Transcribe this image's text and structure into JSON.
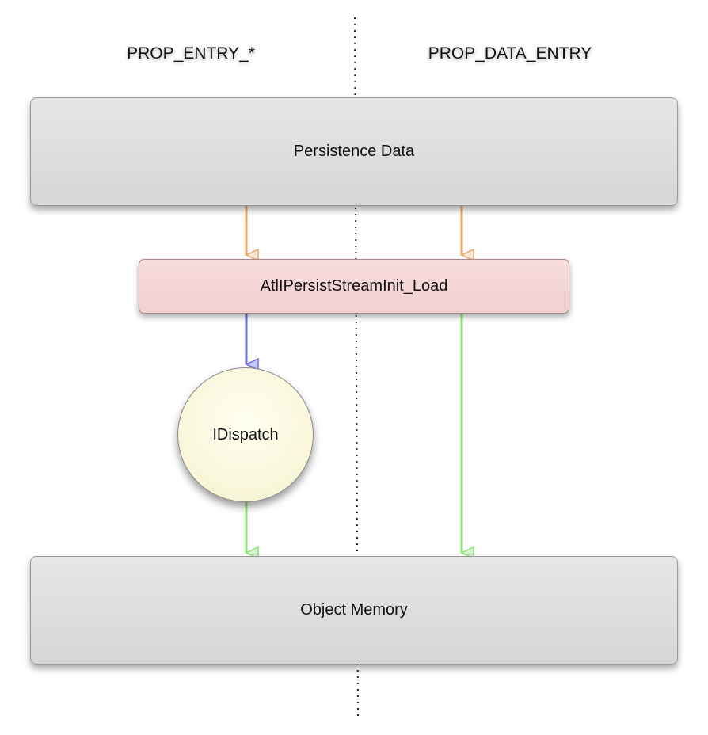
{
  "columns": {
    "left_label": "PROP_ENTRY_*",
    "right_label": "PROP_DATA_ENTRY"
  },
  "nodes": {
    "persistence_data": "Persistence Data",
    "load_function": "AtlIPersistStreamInit_Load",
    "idispatch": "IDispatch",
    "object_memory": "Object Memory"
  },
  "colors": {
    "orange_arrow": "#e8a96a",
    "blue_arrow": "#6f6fe6",
    "green_arrow": "#8ee27a",
    "grey_box": "#dcdcdc",
    "pink_box": "#f4d6d6",
    "circle_fill": "#fbf8dc"
  }
}
